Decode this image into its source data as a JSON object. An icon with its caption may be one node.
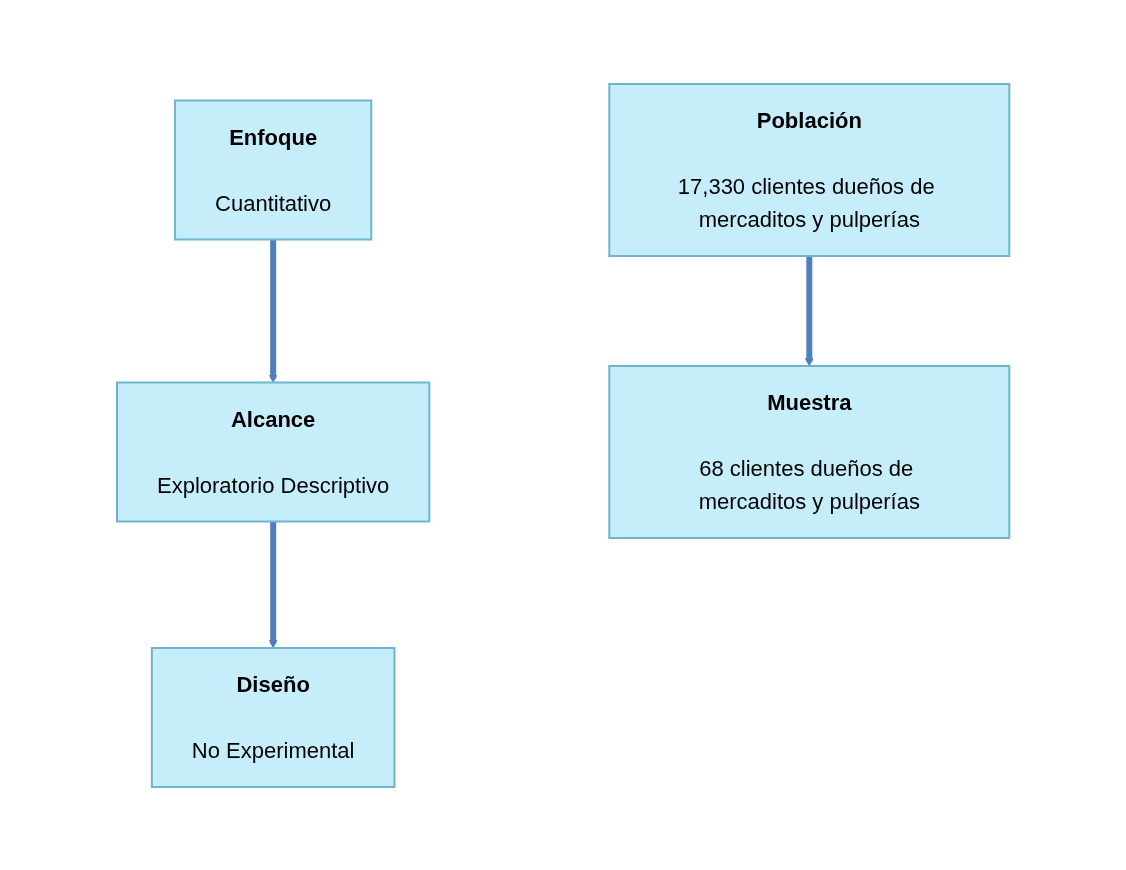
{
  "diagram": {
    "nodes": [
      {
        "text": [
          "Enfoque",
          "Cuantitativo"
        ]
      },
      {
        "text": [
          "Población",
          "17,330 clientes dueños de mercaditos y pulperías"
        ]
      },
      {
        "text": [
          "Alcance",
          "Exploratorio Descriptivo"
        ]
      },
      {
        "text": [
          "Muestra",
          "68 clientes dueños de mercaditos y pulperías"
        ]
      },
      {
        "text": [
          "Diseño",
          "No Experimental"
        ]
      }
    ],
    "edges": [
      {
        "from": 0,
        "to": 2,
        "arrow": "to"
      },
      {
        "from": 2,
        "to": 4,
        "arrow": "to"
      },
      {
        "from": 1,
        "to": 3,
        "arrow": "to"
      }
    ]
  }
}
